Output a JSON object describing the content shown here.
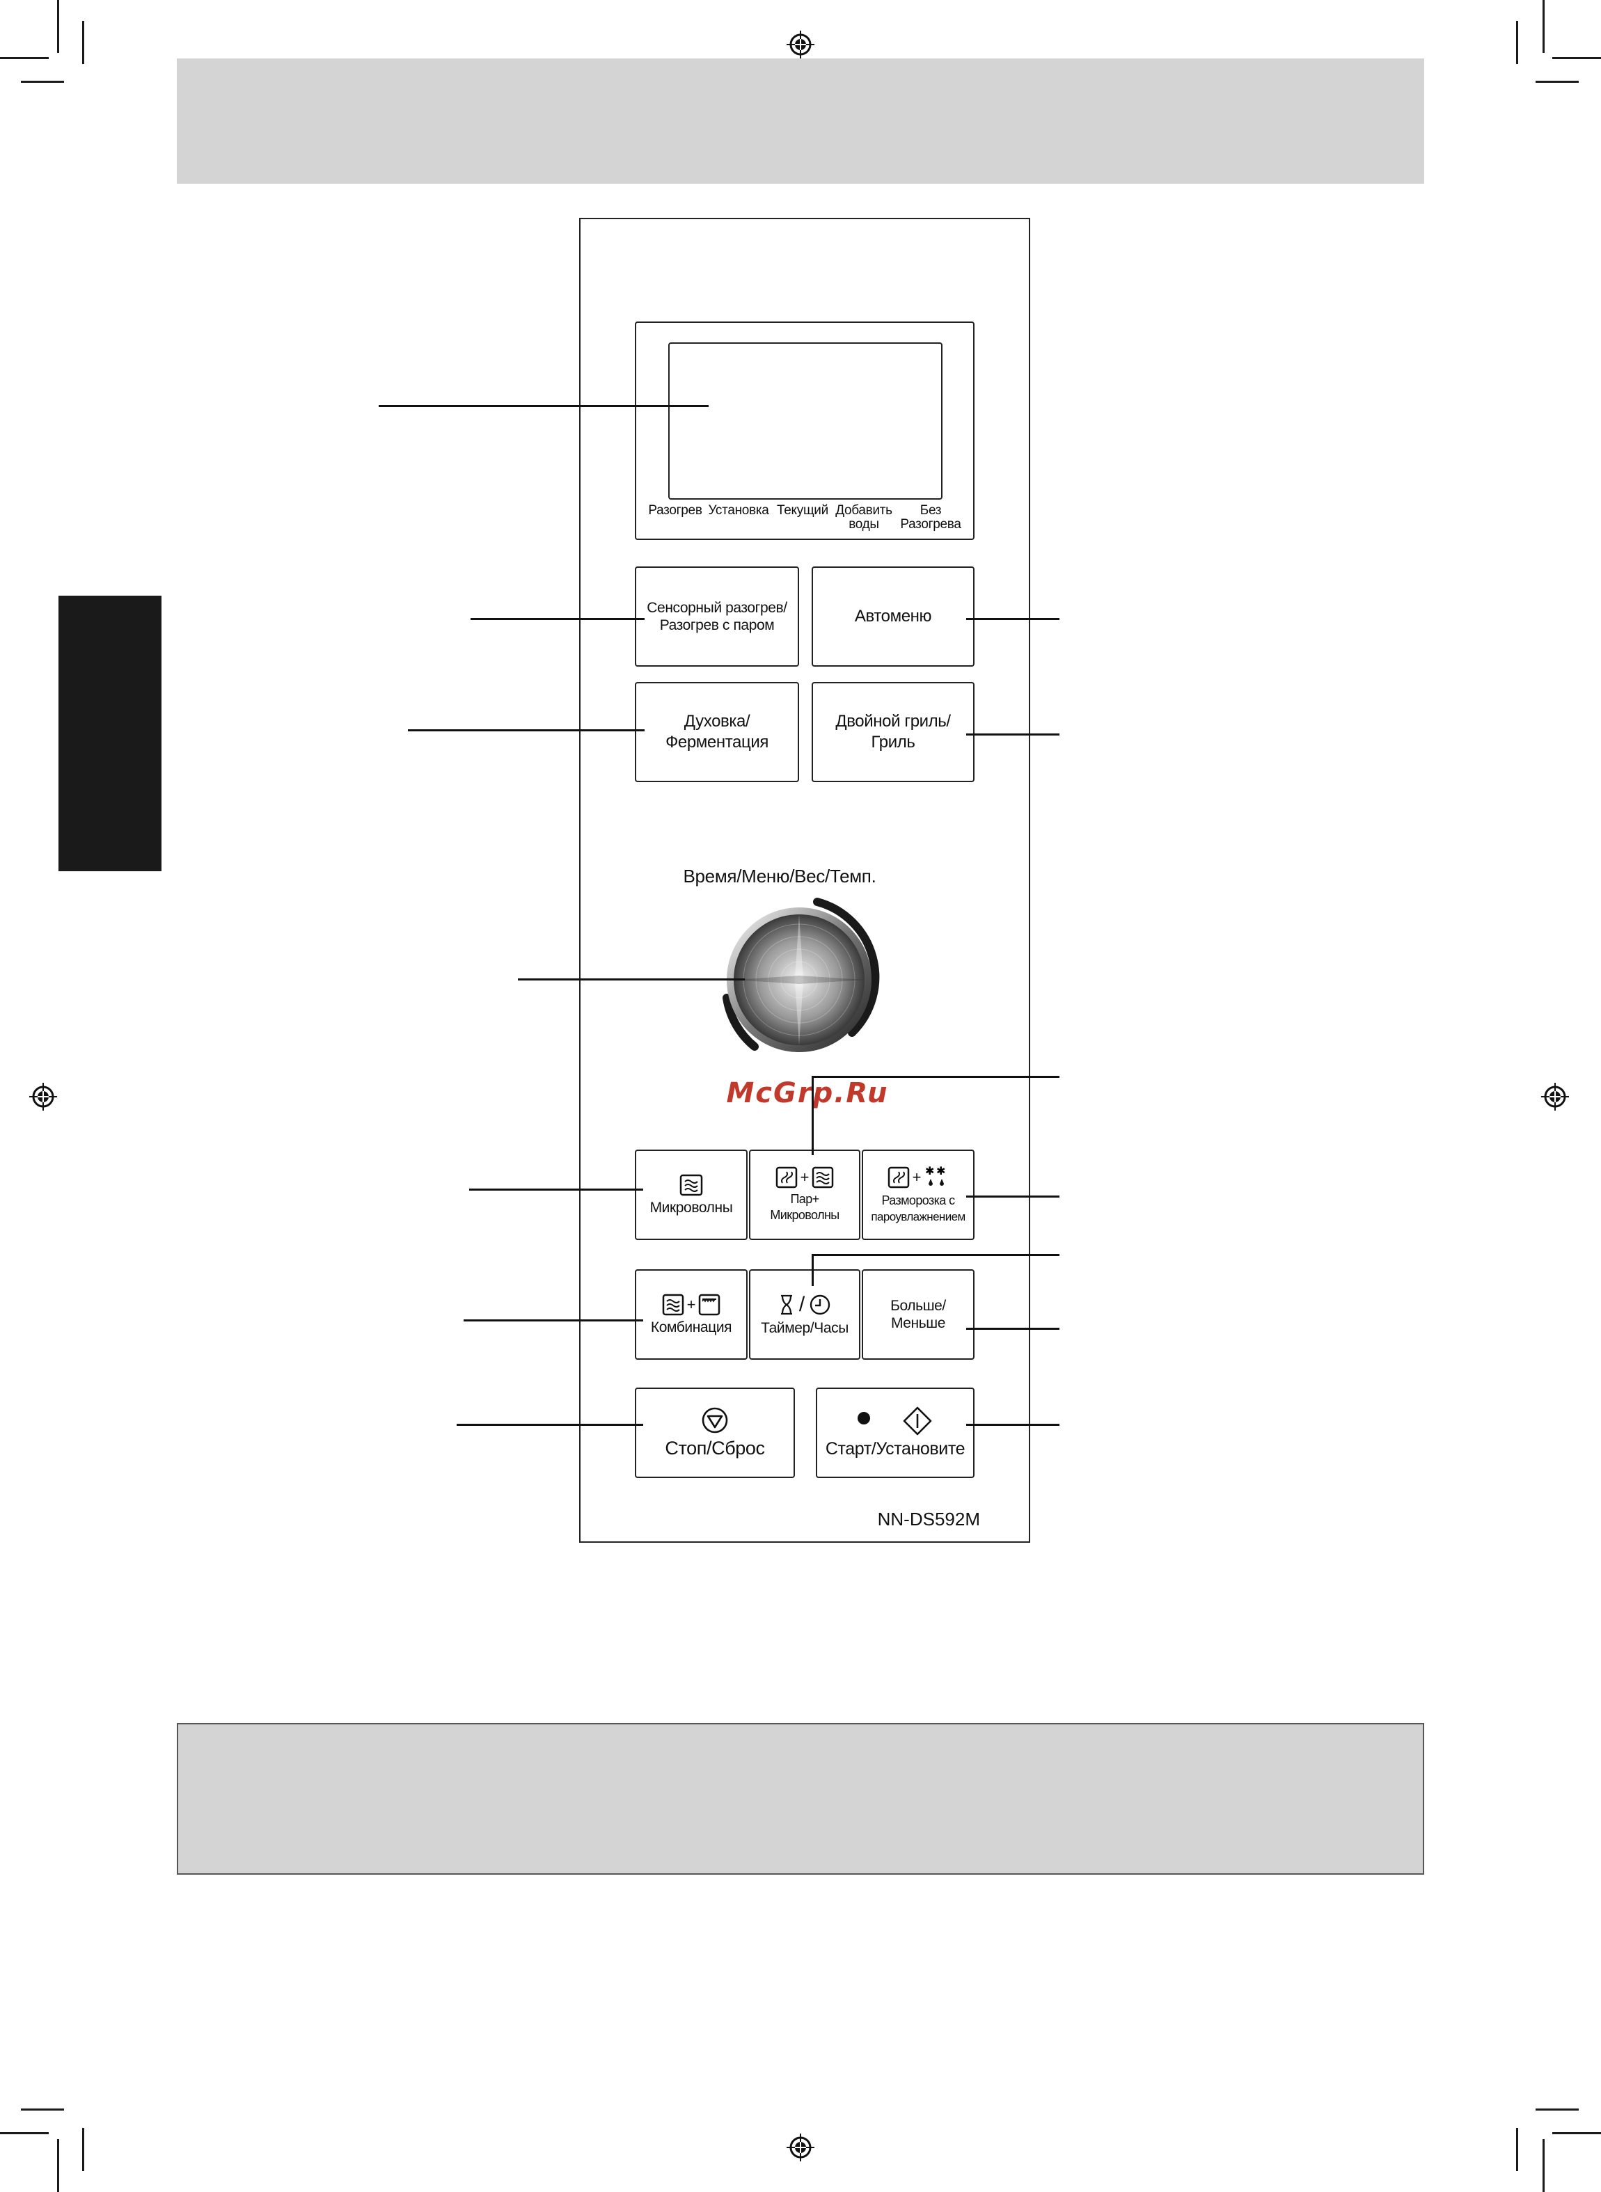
{
  "display": {
    "indicators": [
      "Разогрев",
      "Установка",
      "Текущий",
      "Добавить\nводы",
      "Без\nРазогрева"
    ]
  },
  "buttons": {
    "sensor_reheat": [
      "Сенсорный разогрев/",
      "Разогрев с паром"
    ],
    "auto_menu": [
      "Автоменю"
    ],
    "oven": [
      "Духовка/",
      "Ферментация"
    ],
    "double_grill": [
      "Двойной гриль/",
      "Гриль"
    ],
    "microwave": [
      "Микроволны"
    ],
    "steam_micro": [
      "Пар+",
      "Микроволны"
    ],
    "steam_defrost": [
      "Разморозка с",
      "пароувлажнением"
    ],
    "combination": [
      "Комбинация"
    ],
    "timer_clock": [
      "Таймер/Часы"
    ],
    "more_less": [
      "Больше/",
      "Меньше"
    ],
    "stop_reset": [
      "Стоп/Сброс"
    ],
    "start_set": [
      "Старт/Установите"
    ]
  },
  "knob": {
    "label": "Время/Меню/Вес/Темп."
  },
  "watermark": "McGrp.Ru",
  "model": "NN-DS592M",
  "icons": {
    "microwave": "microwave-waves-icon",
    "steam": "steam-icon",
    "defrost": "defrost-snowflake-icon",
    "oven": "oven-icon",
    "timer": "hourglass-icon",
    "clock": "clock-icon",
    "stop": "stop-icon",
    "start": "start-icon"
  },
  "colors": {
    "band": "#d4d4d4",
    "tab": "#1a1a1a",
    "watermark": "#c0392b"
  }
}
